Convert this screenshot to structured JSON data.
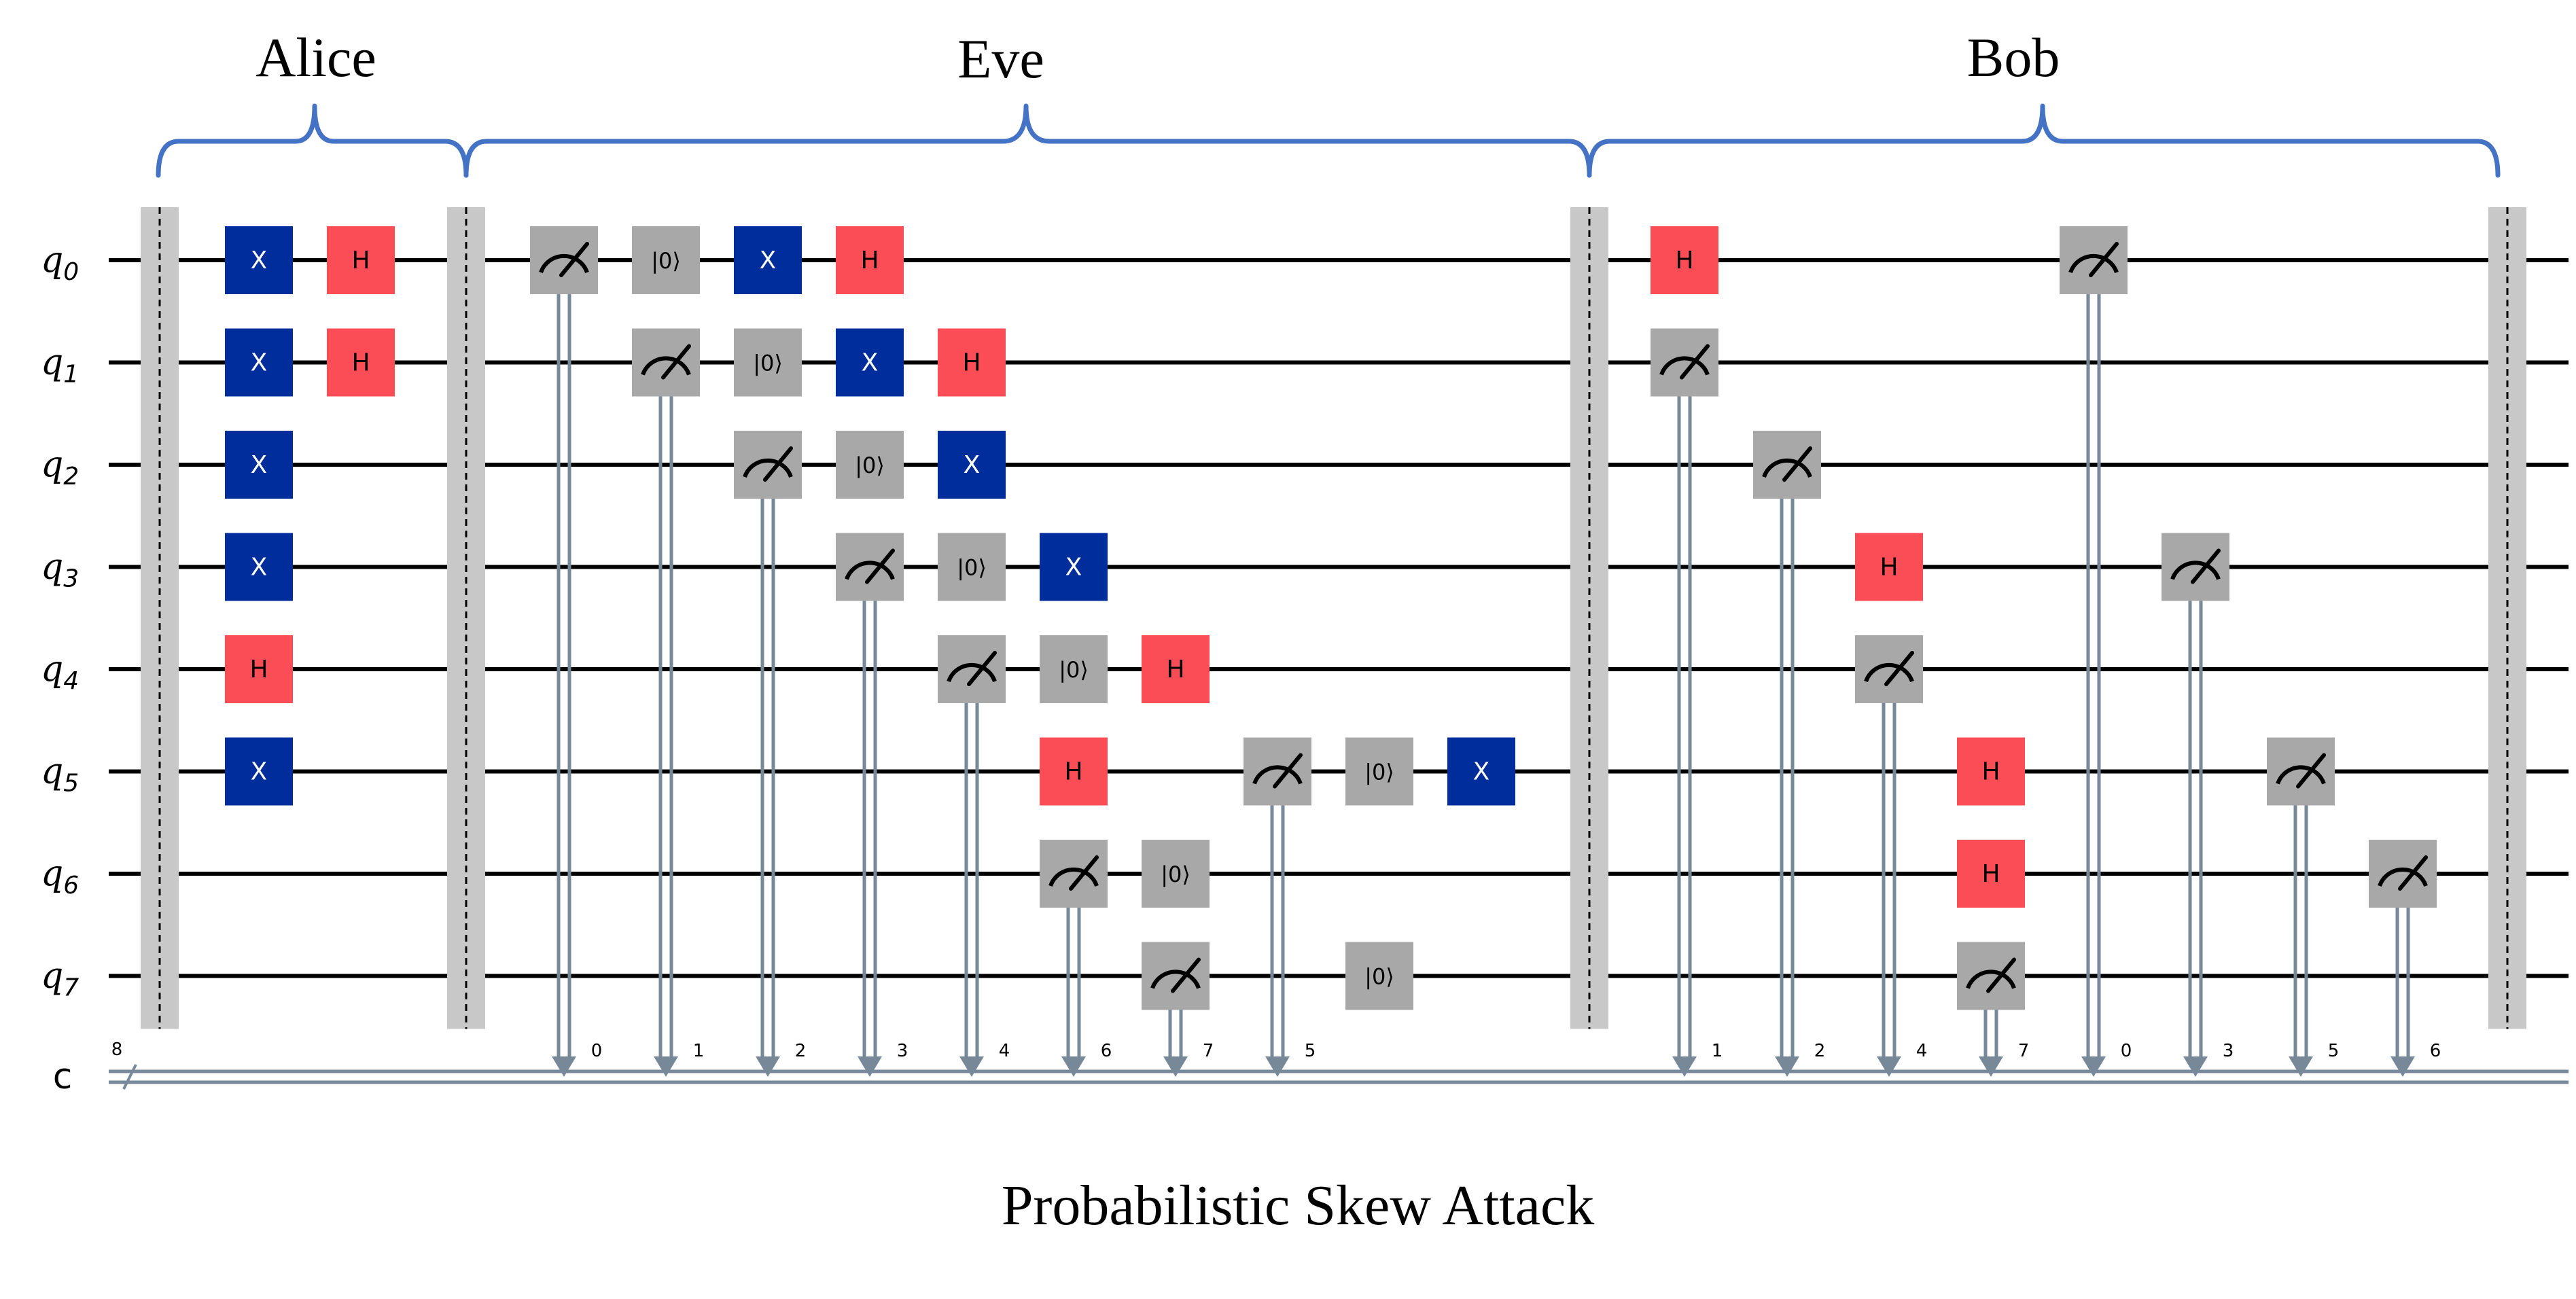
{
  "sections": [
    {
      "name": "Alice"
    },
    {
      "name": "Eve"
    },
    {
      "name": "Bob"
    }
  ],
  "caption": "Probabilistic Skew Attack",
  "classical_register": {
    "label": "c",
    "size": "8"
  },
  "qubits": [
    {
      "base": "q",
      "index": "0"
    },
    {
      "base": "q",
      "index": "1"
    },
    {
      "base": "q",
      "index": "2"
    },
    {
      "base": "q",
      "index": "3"
    },
    {
      "base": "q",
      "index": "4"
    },
    {
      "base": "q",
      "index": "5"
    },
    {
      "base": "q",
      "index": "6"
    },
    {
      "base": "q",
      "index": "7"
    }
  ],
  "colors": {
    "x_gate": "#002d9c",
    "h_gate": "#fa4d56",
    "measure": "#a8a8a8",
    "reset": "#a8a8a8",
    "barrier": "#c8c8c8",
    "brace": "#4472c4",
    "classical_wire": "#778899"
  },
  "barrier_columns": [
    0,
    3,
    17,
    25
  ],
  "gates": [
    {
      "type": "X",
      "label": "X",
      "qubit": 0,
      "col": 1
    },
    {
      "type": "X",
      "label": "X",
      "qubit": 1,
      "col": 1
    },
    {
      "type": "X",
      "label": "X",
      "qubit": 2,
      "col": 1
    },
    {
      "type": "X",
      "label": "X",
      "qubit": 3,
      "col": 1
    },
    {
      "type": "H",
      "label": "H",
      "qubit": 4,
      "col": 1
    },
    {
      "type": "X",
      "label": "X",
      "qubit": 5,
      "col": 1
    },
    {
      "type": "H",
      "label": "H",
      "qubit": 0,
      "col": 2
    },
    {
      "type": "H",
      "label": "H",
      "qubit": 1,
      "col": 2
    },
    {
      "type": "M",
      "qubit": 0,
      "col": 4,
      "clbit": "0"
    },
    {
      "type": "R",
      "label": "|0⟩",
      "qubit": 0,
      "col": 5
    },
    {
      "type": "X",
      "label": "X",
      "qubit": 0,
      "col": 6
    },
    {
      "type": "H",
      "label": "H",
      "qubit": 0,
      "col": 7
    },
    {
      "type": "M",
      "qubit": 1,
      "col": 5,
      "clbit": "1"
    },
    {
      "type": "R",
      "label": "|0⟩",
      "qubit": 1,
      "col": 6
    },
    {
      "type": "X",
      "label": "X",
      "qubit": 1,
      "col": 7
    },
    {
      "type": "H",
      "label": "H",
      "qubit": 1,
      "col": 8
    },
    {
      "type": "M",
      "qubit": 2,
      "col": 6,
      "clbit": "2"
    },
    {
      "type": "R",
      "label": "|0⟩",
      "qubit": 2,
      "col": 7
    },
    {
      "type": "X",
      "label": "X",
      "qubit": 2,
      "col": 8
    },
    {
      "type": "M",
      "qubit": 3,
      "col": 7,
      "clbit": "3"
    },
    {
      "type": "R",
      "label": "|0⟩",
      "qubit": 3,
      "col": 8
    },
    {
      "type": "X",
      "label": "X",
      "qubit": 3,
      "col": 9
    },
    {
      "type": "M",
      "qubit": 4,
      "col": 8,
      "clbit": "4"
    },
    {
      "type": "R",
      "label": "|0⟩",
      "qubit": 4,
      "col": 9
    },
    {
      "type": "H",
      "label": "H",
      "qubit": 4,
      "col": 10
    },
    {
      "type": "H",
      "label": "H",
      "qubit": 5,
      "col": 9
    },
    {
      "type": "M",
      "qubit": 5,
      "col": 11,
      "clbit": "5"
    },
    {
      "type": "R",
      "label": "|0⟩",
      "qubit": 5,
      "col": 12
    },
    {
      "type": "X",
      "label": "X",
      "qubit": 5,
      "col": 13
    },
    {
      "type": "M",
      "qubit": 6,
      "col": 9,
      "clbit": "6"
    },
    {
      "type": "R",
      "label": "|0⟩",
      "qubit": 6,
      "col": 10
    },
    {
      "type": "M",
      "qubit": 7,
      "col": 10,
      "clbit": "7"
    },
    {
      "type": "R",
      "label": "|0⟩",
      "qubit": 7,
      "col": 12
    },
    {
      "type": "H",
      "label": "H",
      "qubit": 0,
      "col": 18
    },
    {
      "type": "M",
      "qubit": 1,
      "col": 18,
      "clbit": "1"
    },
    {
      "type": "M",
      "qubit": 2,
      "col": 19,
      "clbit": "2"
    },
    {
      "type": "H",
      "label": "H",
      "qubit": 3,
      "col": 20
    },
    {
      "type": "M",
      "qubit": 4,
      "col": 20,
      "clbit": "4"
    },
    {
      "type": "H",
      "label": "H",
      "qubit": 5,
      "col": 21
    },
    {
      "type": "H",
      "label": "H",
      "qubit": 6,
      "col": 21
    },
    {
      "type": "M",
      "qubit": 7,
      "col": 21,
      "clbit": "7"
    },
    {
      "type": "M",
      "qubit": 0,
      "col": 22,
      "clbit": "0"
    },
    {
      "type": "M",
      "qubit": 3,
      "col": 23,
      "clbit": "3"
    },
    {
      "type": "M",
      "qubit": 5,
      "col": 24,
      "clbit": "5"
    },
    {
      "type": "M",
      "qubit": 6,
      "col": 25,
      "clbit": "6"
    }
  ]
}
